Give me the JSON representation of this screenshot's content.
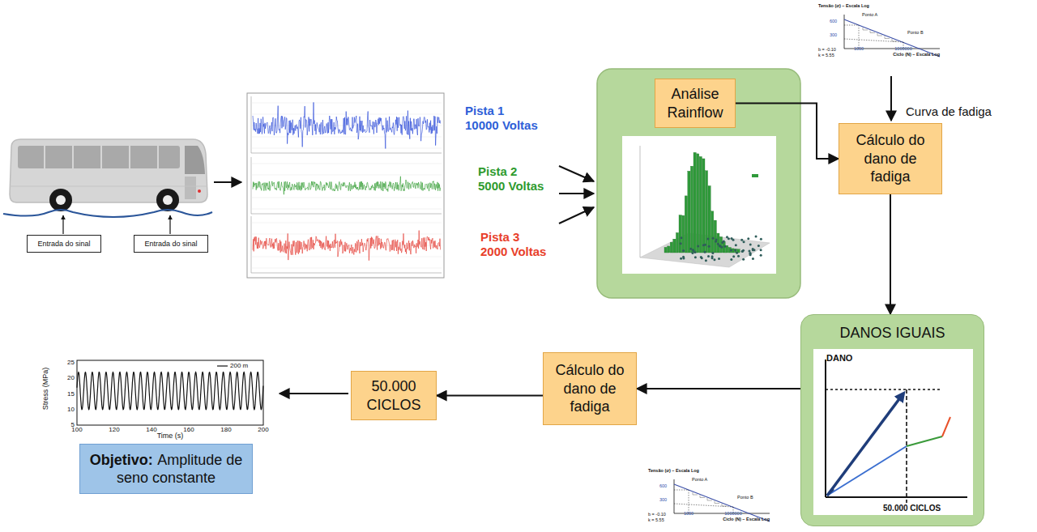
{
  "diagram": {
    "nodes": [
      {
        "text": [
          "Entrada do sinal"
        ]
      },
      {
        "text": [
          "Entrada do sinal"
        ]
      },
      {
        "text": [
          "Análise Rainflow"
        ]
      },
      {
        "text": [
          "Cálculo do dano de fadiga"
        ]
      },
      {
        "text": [
          "DANOS IGUAIS"
        ]
      },
      {
        "text": [
          "Cálculo do dano de fadiga"
        ]
      },
      {
        "text": [
          "50.000 CICLOS"
        ]
      },
      {
        "text": [
          "Objetivo:",
          "Amplitude de seno constante"
        ]
      }
    ],
    "edges": [
      {
        "from": 2,
        "to": 3,
        "arrow": "to"
      },
      {
        "from": 3,
        "to": 4,
        "arrow": "to"
      },
      {
        "from": 4,
        "to": 5,
        "arrow": "to"
      },
      {
        "from": 5,
        "to": 6,
        "arrow": "to"
      }
    ],
    "labels": [
      "Pista 1",
      "10000 Voltas",
      "Pista 2",
      "5000 Voltas",
      "Pista 3",
      "2000 Voltas",
      "Curva de fadiga",
      "DANO",
      "50.000 CICLOS",
      "Stress (MPa)",
      "Time (s)",
      "5",
      "10",
      "15",
      "20",
      "25",
      "100",
      "120",
      "140",
      "160",
      "180",
      "200",
      "Tensão (σ) – Escala Log",
      "Ponto A",
      "Ponto B",
      "600",
      "300",
      "1000",
      "1000000",
      "Ciclo (N) – Escala Log",
      "b = -0.10",
      "k = 5.55",
      "Tensão (σ) – Escala Log",
      "Ponto A",
      "Ponto B",
      "600",
      "300",
      "1000",
      "1000000",
      "Ciclo (N) – Escala Log",
      "b = -0.10",
      "k = 5.55"
    ],
    "legend": [
      {
        "text": "200 m"
      }
    ]
  }
}
